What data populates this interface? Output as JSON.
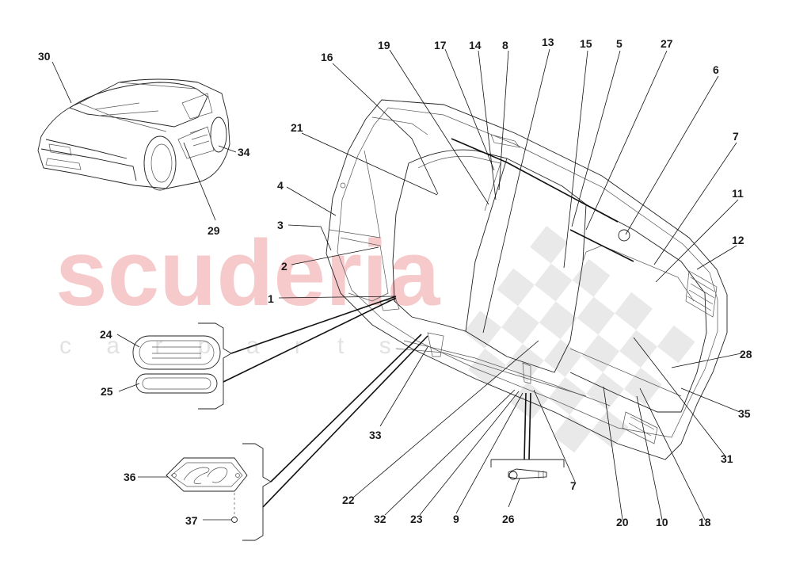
{
  "watermark": {
    "main": "scuderia",
    "sub": "c a r   p a r t s",
    "checker_color": "#d8d8d8",
    "text_color": "#f6c9cb"
  },
  "callouts": [
    {
      "id": "c30",
      "label": "30"
    },
    {
      "id": "c34",
      "label": "34"
    },
    {
      "id": "c29",
      "label": "29"
    },
    {
      "id": "c16",
      "label": "16"
    },
    {
      "id": "c19",
      "label": "19"
    },
    {
      "id": "c17",
      "label": "17"
    },
    {
      "id": "c14",
      "label": "14"
    },
    {
      "id": "c8",
      "label": "8"
    },
    {
      "id": "c13",
      "label": "13"
    },
    {
      "id": "c15",
      "label": "15"
    },
    {
      "id": "c5",
      "label": "5"
    },
    {
      "id": "c27",
      "label": "27"
    },
    {
      "id": "c6",
      "label": "6"
    },
    {
      "id": "c7a",
      "label": "7"
    },
    {
      "id": "c11",
      "label": "11"
    },
    {
      "id": "c12",
      "label": "12"
    },
    {
      "id": "c21",
      "label": "21"
    },
    {
      "id": "c4",
      "label": "4"
    },
    {
      "id": "c3",
      "label": "3"
    },
    {
      "id": "c2",
      "label": "2"
    },
    {
      "id": "c1",
      "label": "1"
    },
    {
      "id": "c24",
      "label": "24"
    },
    {
      "id": "c25",
      "label": "25"
    },
    {
      "id": "c28",
      "label": "28"
    },
    {
      "id": "c35",
      "label": "35"
    },
    {
      "id": "c31",
      "label": "31"
    },
    {
      "id": "c33",
      "label": "33"
    },
    {
      "id": "c36",
      "label": "36"
    },
    {
      "id": "c37",
      "label": "37"
    },
    {
      "id": "c22",
      "label": "22"
    },
    {
      "id": "c32",
      "label": "32"
    },
    {
      "id": "c23",
      "label": "23"
    },
    {
      "id": "c9",
      "label": "9"
    },
    {
      "id": "c26",
      "label": "26"
    },
    {
      "id": "c7b",
      "label": "7"
    },
    {
      "id": "c20",
      "label": "20"
    },
    {
      "id": "c10",
      "label": "10"
    },
    {
      "id": "c18",
      "label": "18"
    }
  ]
}
